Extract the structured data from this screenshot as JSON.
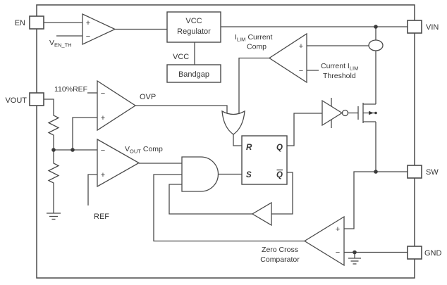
{
  "pins": {
    "en": "EN",
    "vout": "VOUT",
    "vin": "VIN",
    "sw": "SW",
    "gnd": "GND"
  },
  "blocks": {
    "vcc_regulator_line1": "VCC",
    "vcc_regulator_line2": "Regulator",
    "bandgap": "Bandgap"
  },
  "labels": {
    "vcc_net": "VCC",
    "en_threshold_base": "V",
    "en_threshold_sub": "EN_TH",
    "ovp_ref": "110%REF",
    "ovp_out": "OVP",
    "vout_comp_base": "V",
    "vout_comp_sub": "OUT",
    "vout_comp_rest": "Comp",
    "ref_net": "REF",
    "ilim_comp_base": "I",
    "ilim_comp_sub": "LIM",
    "ilim_comp_rest": "Current",
    "ilim_comp_line2": "Comp",
    "ilim_threshold_line1_base": "Current I",
    "ilim_threshold_line1_sub": "LIM",
    "ilim_threshold_line2": "Threshold",
    "zero_cross_line1": "Zero Cross",
    "zero_cross_line2": "Comparator"
  },
  "latch": {
    "r": "R",
    "s": "S",
    "q": "Q",
    "q_bar": "Q"
  },
  "symbols": {
    "plus": "+",
    "minus": "−"
  },
  "colors": {
    "line": "#4a4a4a",
    "text": "#333333",
    "background": "#ffffff"
  }
}
